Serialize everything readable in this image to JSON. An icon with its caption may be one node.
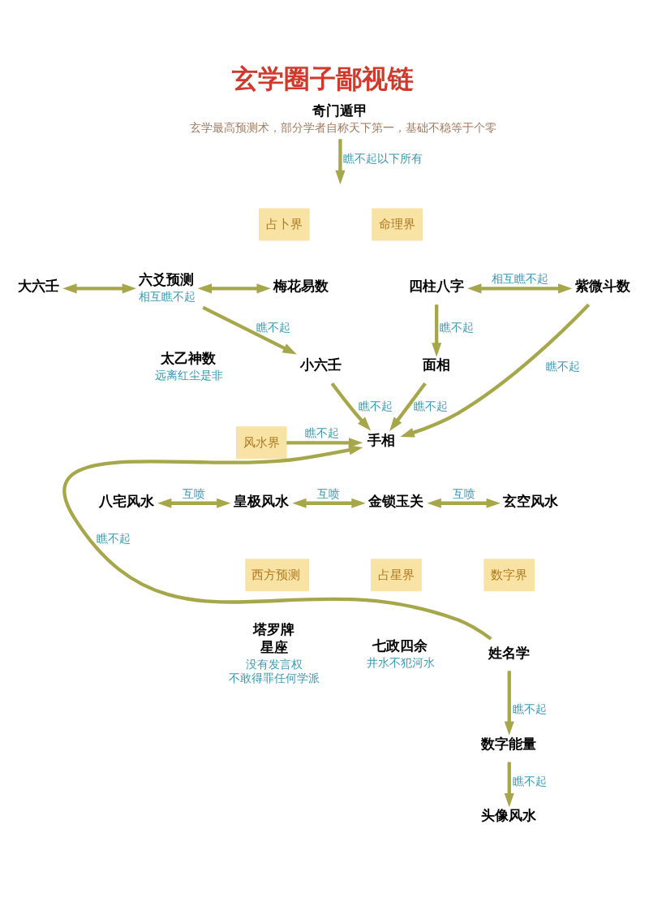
{
  "diagram": {
    "title": "玄学圈子鄙视链",
    "nodes": [
      {
        "text": [
          "奇门遁甲"
        ],
        "beside": [
          "玄学最高预测术，部分学者自称天下第一，基础不稳等于个零"
        ]
      },
      {
        "text": [
          "占卜界"
        ]
      },
      {
        "text": [
          "大六壬"
        ]
      },
      {
        "text": [
          "六爻预测"
        ],
        "beside": [
          "相互瞧不起"
        ]
      },
      {
        "text": [
          "梅花易数"
        ]
      },
      {
        "text": [
          "命理界"
        ]
      },
      {
        "text": [
          "四柱八字"
        ]
      },
      {
        "text": [
          "紫微斗数"
        ]
      },
      {
        "text": [
          "小六壬"
        ]
      },
      {
        "text": [
          "面相"
        ]
      },
      {
        "text": [
          "太乙神数"
        ],
        "beside": [
          "远离红尘是非"
        ]
      },
      {
        "text": [
          "手相"
        ]
      },
      {
        "text": [
          "风水界"
        ]
      },
      {
        "text": [
          "八宅风水"
        ]
      },
      {
        "text": [
          "皇极风水"
        ]
      },
      {
        "text": [
          "金锁玉关"
        ]
      },
      {
        "text": [
          "玄空风水"
        ]
      },
      {
        "text": [
          "西方预测"
        ]
      },
      {
        "text": [
          "塔罗牌",
          "星座"
        ],
        "beside": [
          "没有发言权",
          "不敢得罪任何学派"
        ]
      },
      {
        "text": [
          "占星界"
        ]
      },
      {
        "text": [
          "七政四余"
        ],
        "beside": [
          "井水不犯河水"
        ]
      },
      {
        "text": [
          "数字界"
        ]
      },
      {
        "text": [
          "姓名学"
        ]
      },
      {
        "text": [
          "数字能量"
        ]
      },
      {
        "text": [
          "头像风水"
        ]
      }
    ],
    "edges": [
      {
        "from": 0,
        "to": null,
        "arrow": "to",
        "label": "瞧不起以下所有"
      },
      {
        "from": 2,
        "to": 3,
        "arrow": "both"
      },
      {
        "from": 3,
        "to": 4,
        "arrow": "both"
      },
      {
        "from": 6,
        "to": 7,
        "arrow": "both",
        "label": "相互瞧不起"
      },
      {
        "from": 3,
        "to": 8,
        "arrow": "to",
        "label": "瞧不起"
      },
      {
        "from": 6,
        "to": 9,
        "arrow": "to",
        "label": "瞧不起"
      },
      {
        "from": 9,
        "to": 11,
        "arrow": "to",
        "label": "瞧不起"
      },
      {
        "from": 7,
        "to": 11,
        "arrow": "to",
        "label": "瞧不起"
      },
      {
        "from": 8,
        "to": 11,
        "arrow": "to",
        "label": "瞧不起"
      },
      {
        "from": 12,
        "to": 11,
        "arrow": "to",
        "label": "瞧不起"
      },
      {
        "from": 13,
        "to": 14,
        "arrow": "both",
        "label": "互喷"
      },
      {
        "from": 14,
        "to": 15,
        "arrow": "both",
        "label": "互喷"
      },
      {
        "from": 15,
        "to": 16,
        "arrow": "both",
        "label": "互喷"
      },
      {
        "from": 22,
        "to": 11,
        "arrow": "to",
        "label": "瞧不起"
      },
      {
        "from": 22,
        "to": 23,
        "arrow": "to",
        "label": "瞧不起"
      },
      {
        "from": 23,
        "to": 24,
        "arrow": "to",
        "label": "瞧不起"
      }
    ]
  }
}
